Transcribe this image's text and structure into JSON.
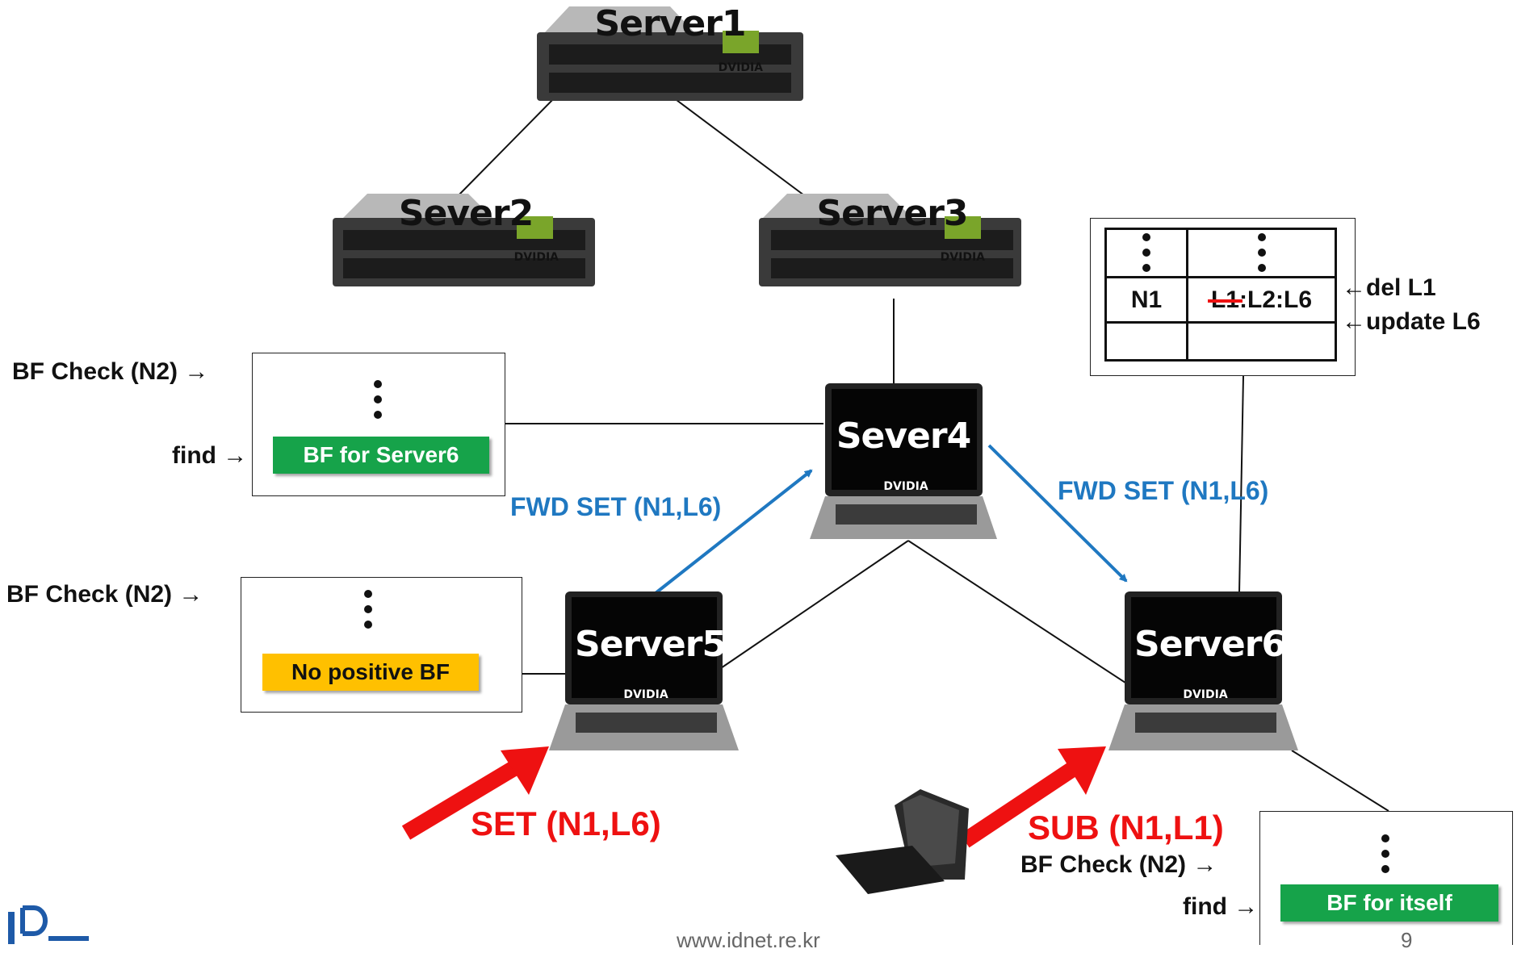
{
  "servers": {
    "server1": "Server1",
    "server2": "Sever2",
    "server3": "Server3",
    "server4": "Sever4",
    "server5": "Server5",
    "server6": "Server6",
    "brand": "DVIDIA"
  },
  "messages": {
    "fwd_left": "FWD SET (N1,L6)",
    "fwd_right": "FWD SET (N1,L6)",
    "set": "SET (N1,L6)",
    "sub": "SUB (N1,L1)"
  },
  "bf_panels": {
    "top_left": {
      "check": "BF Check (N2) →",
      "find": "find →",
      "badge": "BF for Server6"
    },
    "mid_left": {
      "check": "BF Check (N2) →",
      "badge": "No positive BF"
    },
    "bottom_right": {
      "check": "BF Check (N2) →",
      "find": "find →",
      "badge": "BF for itself"
    }
  },
  "table": {
    "row_key": "N1",
    "strike_value": "L1",
    "value_rest": ":L2:L6",
    "del_note": "←del L1",
    "update_note": "←update L6"
  },
  "footer": {
    "url": "www.idnet.re.kr",
    "page": "9"
  },
  "colors": {
    "blue": "#1f78c1",
    "red": "#ee1111",
    "green": "#16a34a",
    "yellow": "#ffc000"
  }
}
